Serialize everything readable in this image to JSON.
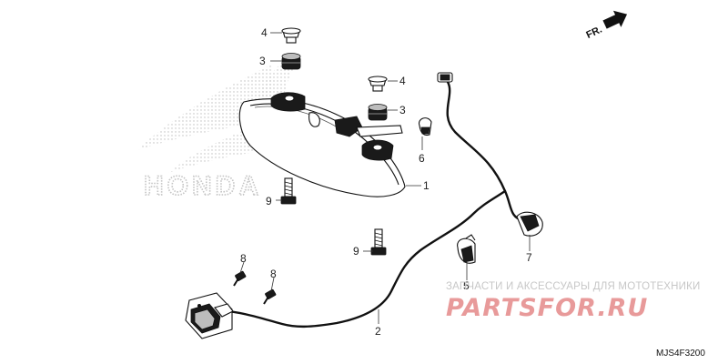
{
  "diagram": {
    "direction_label": "FR.",
    "diagram_code": "MJS4F3200",
    "brand_watermark": "HONDA",
    "callouts": {
      "c1": "1",
      "c2": "2",
      "c3a": "3",
      "c3b": "3",
      "c4a": "4",
      "c4b": "4",
      "c5": "5",
      "c6": "6",
      "c7": "7",
      "c8a": "8",
      "c8b": "8",
      "c9a": "9",
      "c9b": "9"
    }
  },
  "watermark": {
    "tagline": "ЗАПЧАСТИ И АКСЕССУАРЫ ДЛЯ МОТОТЕХНИКИ",
    "logo": "PARTSFOR.RU"
  }
}
